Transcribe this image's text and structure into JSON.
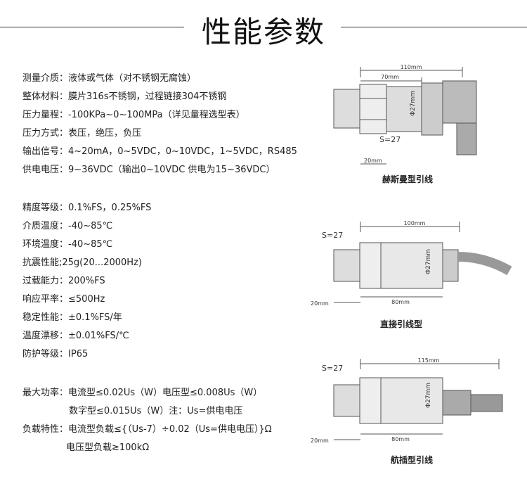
{
  "title": "性能参数",
  "specs_group1": [
    {
      "label": "测量介质：",
      "value": "液体或气体（对不锈钢无腐蚀）"
    },
    {
      "label": "整体材料：",
      "value": "膜片316s不锈钢，过程链接304不锈钢"
    },
    {
      "label": "压力量程：",
      "value": "-100KPa~0~100MPa（详见量程选型表）"
    },
    {
      "label": "压力方式：",
      "value": "表压，绝压，负压"
    },
    {
      "label": "输出信号：",
      "value": "4~20mA，0~5VDC，0~10VDC，1~5VDC，RS485"
    },
    {
      "label": "供电电压：",
      "value": "9~36VDC（输出0~10VDC 供电为15~36VDC）"
    }
  ],
  "specs_group2": [
    {
      "label": "精度等级：",
      "value": "0.1%FS，0.25%FS"
    },
    {
      "label": "介质温度：",
      "value": "-40~85℃"
    },
    {
      "label": "环境温度：",
      "value": "-40~85℃"
    },
    {
      "label": "抗震性能;",
      "value": "25g(20...2000Hz)"
    },
    {
      "label": "过载能力：",
      "value": "200%FS"
    },
    {
      "label": "响应平率：",
      "value": "≤500Hz"
    },
    {
      "label": "稳定性能：",
      "value": "±0.1%FS/年"
    },
    {
      "label": "温度漂移：",
      "value": "±0.01%FS/℃"
    },
    {
      "label": "防护等级：",
      "value": "IP65"
    }
  ],
  "specs_group3": {
    "power_label": "最大功率：",
    "power_line1": "电流型≤0.02Us（W）电压型≤0.008Us（W）",
    "power_line2": "数字型≤0.015Us（W）注：Us=供电电压",
    "load_label": "负载特性：",
    "load_line1": "电流型负载≤{（Us-7）÷0.02（Us=供电电压）}Ω",
    "load_line2": "电压型负载≥100kΩ"
  },
  "diagrams": [
    {
      "caption": "赫斯曼型引线",
      "dim_total": "110mm",
      "dim_body": "70mm",
      "dim_thread": "20mm",
      "hex": "S=27",
      "dia": "Φ27mm"
    },
    {
      "caption": "直接引线型",
      "dim_total": "100mm",
      "dim_body": "80mm",
      "dim_thread": "20mm",
      "hex": "S=27",
      "dia": "Φ27mm"
    },
    {
      "caption": "航插型引线",
      "dim_total": "115mm",
      "dim_body": "80mm",
      "dim_thread": "20mm",
      "hex": "S=27",
      "dia": "Φ27mm"
    }
  ]
}
